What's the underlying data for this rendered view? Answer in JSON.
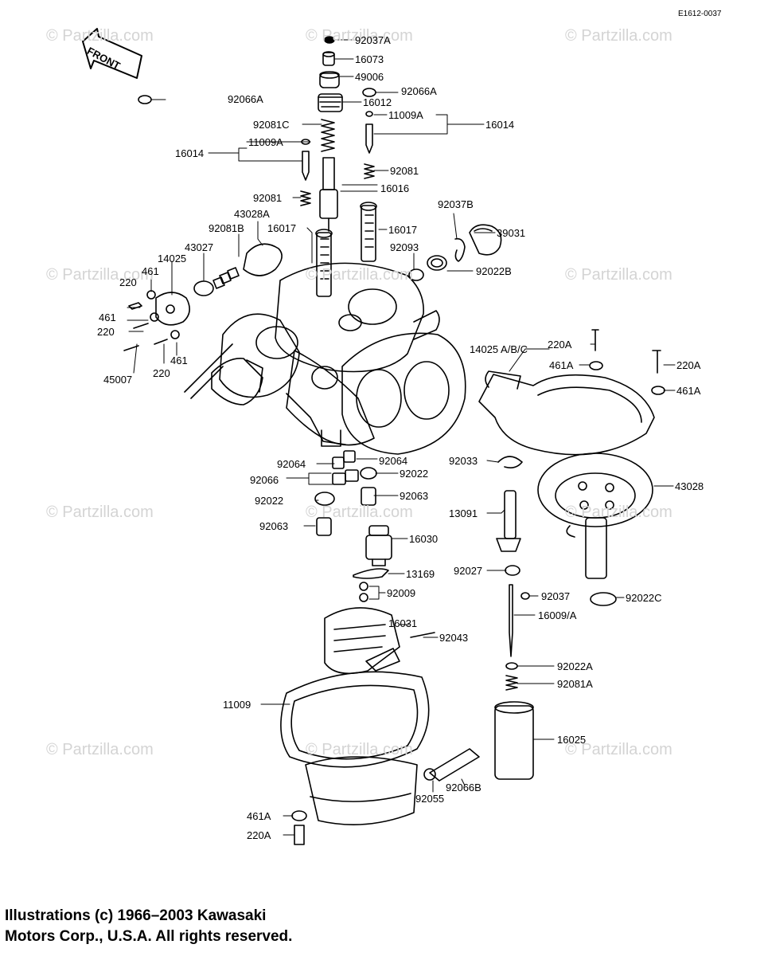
{
  "code": "E1612-0037",
  "front_label": "FRONT",
  "watermark": "© Partzilla.com",
  "copyright": {
    "line1": "Illustrations (c) 1966–2003 Kawasaki",
    "line2": "Motors Corp., U.S.A.  All rights reserved."
  },
  "callouts": [
    {
      "id": "c1",
      "text": "92037A"
    },
    {
      "id": "c2",
      "text": "16073"
    },
    {
      "id": "c3",
      "text": "49006"
    },
    {
      "id": "c4",
      "text": "92066A"
    },
    {
      "id": "c5",
      "text": "92066A"
    },
    {
      "id": "c6",
      "text": "16012"
    },
    {
      "id": "c7",
      "text": "11009A"
    },
    {
      "id": "c8",
      "text": "16014"
    },
    {
      "id": "c9",
      "text": "92081C"
    },
    {
      "id": "c10",
      "text": "11009A"
    },
    {
      "id": "c11",
      "text": "16014"
    },
    {
      "id": "c12",
      "text": "92081"
    },
    {
      "id": "c13",
      "text": "16016"
    },
    {
      "id": "c14",
      "text": "92081"
    },
    {
      "id": "c15",
      "text": "43028A"
    },
    {
      "id": "c16",
      "text": "92081B"
    },
    {
      "id": "c17",
      "text": "16017"
    },
    {
      "id": "c18",
      "text": "16017"
    },
    {
      "id": "c19",
      "text": "92037B"
    },
    {
      "id": "c20",
      "text": "39031"
    },
    {
      "id": "c21",
      "text": "92093"
    },
    {
      "id": "c22",
      "text": "92022B"
    },
    {
      "id": "c23",
      "text": "43027"
    },
    {
      "id": "c24",
      "text": "14025"
    },
    {
      "id": "c25",
      "text": "461"
    },
    {
      "id": "c26",
      "text": "220"
    },
    {
      "id": "c27",
      "text": "461"
    },
    {
      "id": "c28",
      "text": "220"
    },
    {
      "id": "c29",
      "text": "45007"
    },
    {
      "id": "c30",
      "text": "220"
    },
    {
      "id": "c31",
      "text": "461"
    },
    {
      "id": "c32",
      "text": "220A"
    },
    {
      "id": "c33",
      "text": "14025 A/B/C"
    },
    {
      "id": "c34",
      "text": "461A"
    },
    {
      "id": "c35",
      "text": "220A"
    },
    {
      "id": "c36",
      "text": "461A"
    },
    {
      "id": "c37",
      "text": "92064"
    },
    {
      "id": "c38",
      "text": "92064"
    },
    {
      "id": "c39",
      "text": "92066"
    },
    {
      "id": "c40",
      "text": "92022"
    },
    {
      "id": "c41",
      "text": "92022"
    },
    {
      "id": "c42",
      "text": "92063"
    },
    {
      "id": "c43",
      "text": "92063"
    },
    {
      "id": "c44",
      "text": "92033"
    },
    {
      "id": "c45",
      "text": "43028"
    },
    {
      "id": "c46",
      "text": "13091"
    },
    {
      "id": "c47",
      "text": "16030"
    },
    {
      "id": "c48",
      "text": "92027"
    },
    {
      "id": "c49",
      "text": "13169"
    },
    {
      "id": "c50",
      "text": "92009"
    },
    {
      "id": "c51",
      "text": "92037"
    },
    {
      "id": "c52",
      "text": "92022C"
    },
    {
      "id": "c53",
      "text": "16031"
    },
    {
      "id": "c54",
      "text": "16009/A"
    },
    {
      "id": "c55",
      "text": "92043"
    },
    {
      "id": "c56",
      "text": "92022A"
    },
    {
      "id": "c57",
      "text": "92081A"
    },
    {
      "id": "c58",
      "text": "11009"
    },
    {
      "id": "c59",
      "text": "16025"
    },
    {
      "id": "c60",
      "text": "92066B"
    },
    {
      "id": "c61",
      "text": "92055"
    },
    {
      "id": "c62",
      "text": "461A"
    },
    {
      "id": "c63",
      "text": "220A"
    }
  ]
}
